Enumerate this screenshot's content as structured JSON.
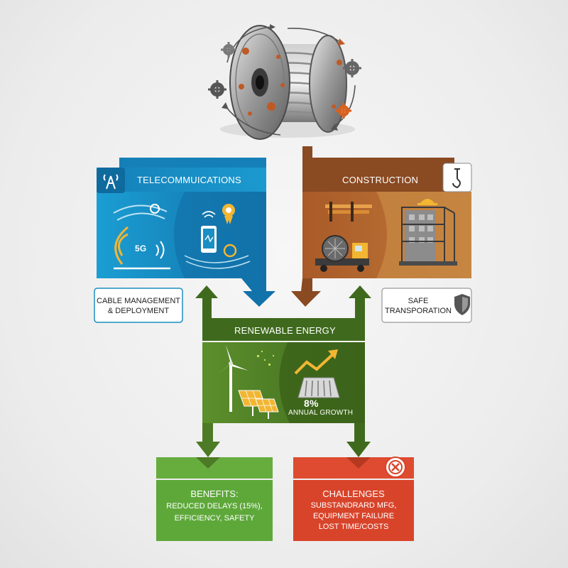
{
  "telecom": {
    "title": "TELECOMMUICATIONS",
    "note_line1": "CABLE MANAGEMENT",
    "note_line2": "& DEPLOYMENT",
    "badge": "5G"
  },
  "construction": {
    "title": "CONSTRUCTION",
    "note_line1": "SAFE",
    "note_line2": "TRANSPORATION"
  },
  "renewable": {
    "title": "RENEWABLE ENERGY",
    "growth_value": "8%",
    "growth_label": "ANNUAL GROWTH"
  },
  "benefits": {
    "title": "BENEFITS:",
    "line1": "REDUCED DELAYS (15%),",
    "line2": "EFFICIENCY, SAFETY"
  },
  "challenges": {
    "title": "CHALLENGES",
    "line1": "SUBSTANDRARD MFG,",
    "line2": "EQUIPMENT FAILURE",
    "line3": "LOST TIME/COSTS"
  },
  "colors": {
    "telecom_blue": "#1a8fc4",
    "construction_brown": "#8a4a22",
    "renewable_green": "#4d7a24",
    "benefits_green": "#5ea83a",
    "challenges_red": "#d8442a"
  }
}
